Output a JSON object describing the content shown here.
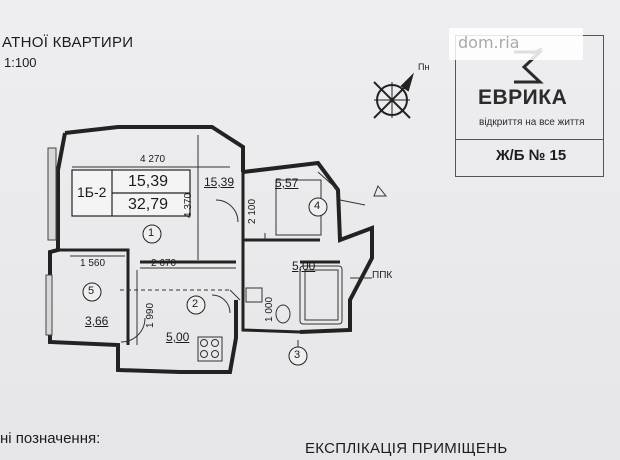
{
  "header": {
    "title_fragment": "АТНОЇ КВАРТИРИ",
    "scale_fragment": "1:100"
  },
  "watermark": {
    "text": "dom.ria"
  },
  "logo": {
    "brand": "ЕВРИКА",
    "tagline": "відкриття на все життя",
    "building": "Ж/Б № 15"
  },
  "compass": {
    "label": "Пн"
  },
  "apartment": {
    "code": "1Б-2",
    "living_area": "15,39",
    "total_area": "32,79"
  },
  "rooms": [
    {
      "number": "1",
      "area": "15,39"
    },
    {
      "number": "2",
      "area": "5,00"
    },
    {
      "number": "3",
      "area": "5,00"
    },
    {
      "number": "4",
      "area": "5,57"
    },
    {
      "number": "5",
      "area": "3,66"
    }
  ],
  "dimensions": {
    "d4270": "4 270",
    "d4370": "4 370",
    "d2100": "2 100",
    "d1560": "1 560",
    "d2670": "2 670",
    "d1990": "1 990",
    "d1000": "1 000"
  },
  "labels": {
    "ppk": "ППК"
  },
  "footer": {
    "legend": "ні позначення:",
    "explication": "ЕКСПЛІКАЦІЯ ПРИМІЩЕНЬ"
  }
}
